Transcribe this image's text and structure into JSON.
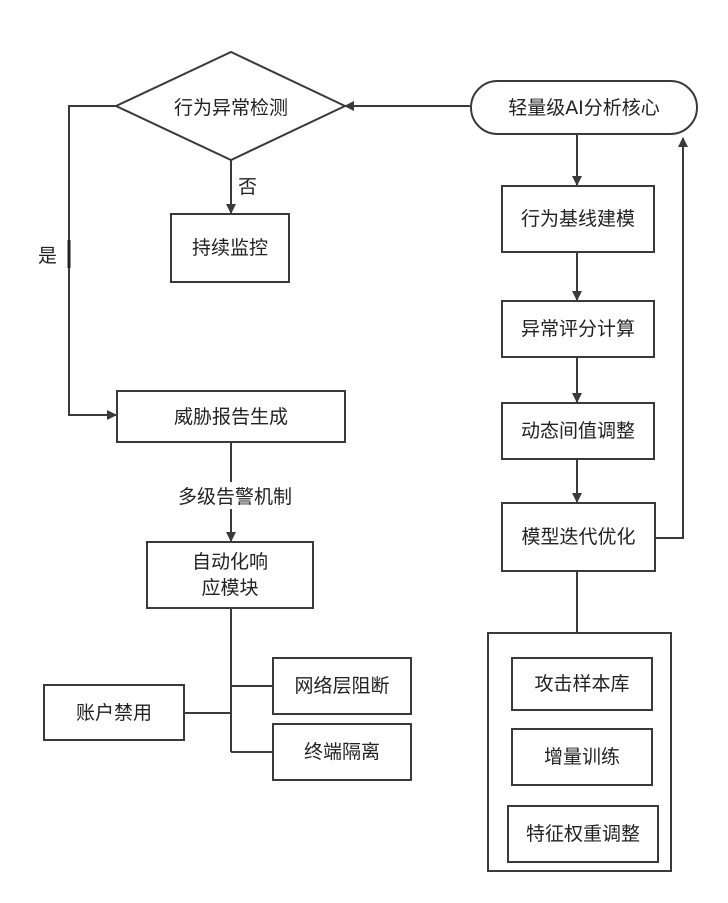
{
  "nodes": {
    "core": "轻量级AI分析核心",
    "baseline": "行为基线建模",
    "score": "异常评分计算",
    "threshold": "动态间值调整",
    "iterate": "模型迭代优化",
    "detect": "行为异常检测",
    "monitor": "持续监控",
    "report": "威胁报告生成",
    "response_line1": "自动化响",
    "response_line2": "应模块",
    "block": "网络层阻断",
    "isolate": "终端隔离",
    "disable": "账户禁用",
    "samples": "攻击样本库",
    "training": "增量训练",
    "weights": "特征权重调整"
  },
  "edge_labels": {
    "no": "否",
    "yes": "是",
    "alert": "多级告警机制"
  }
}
